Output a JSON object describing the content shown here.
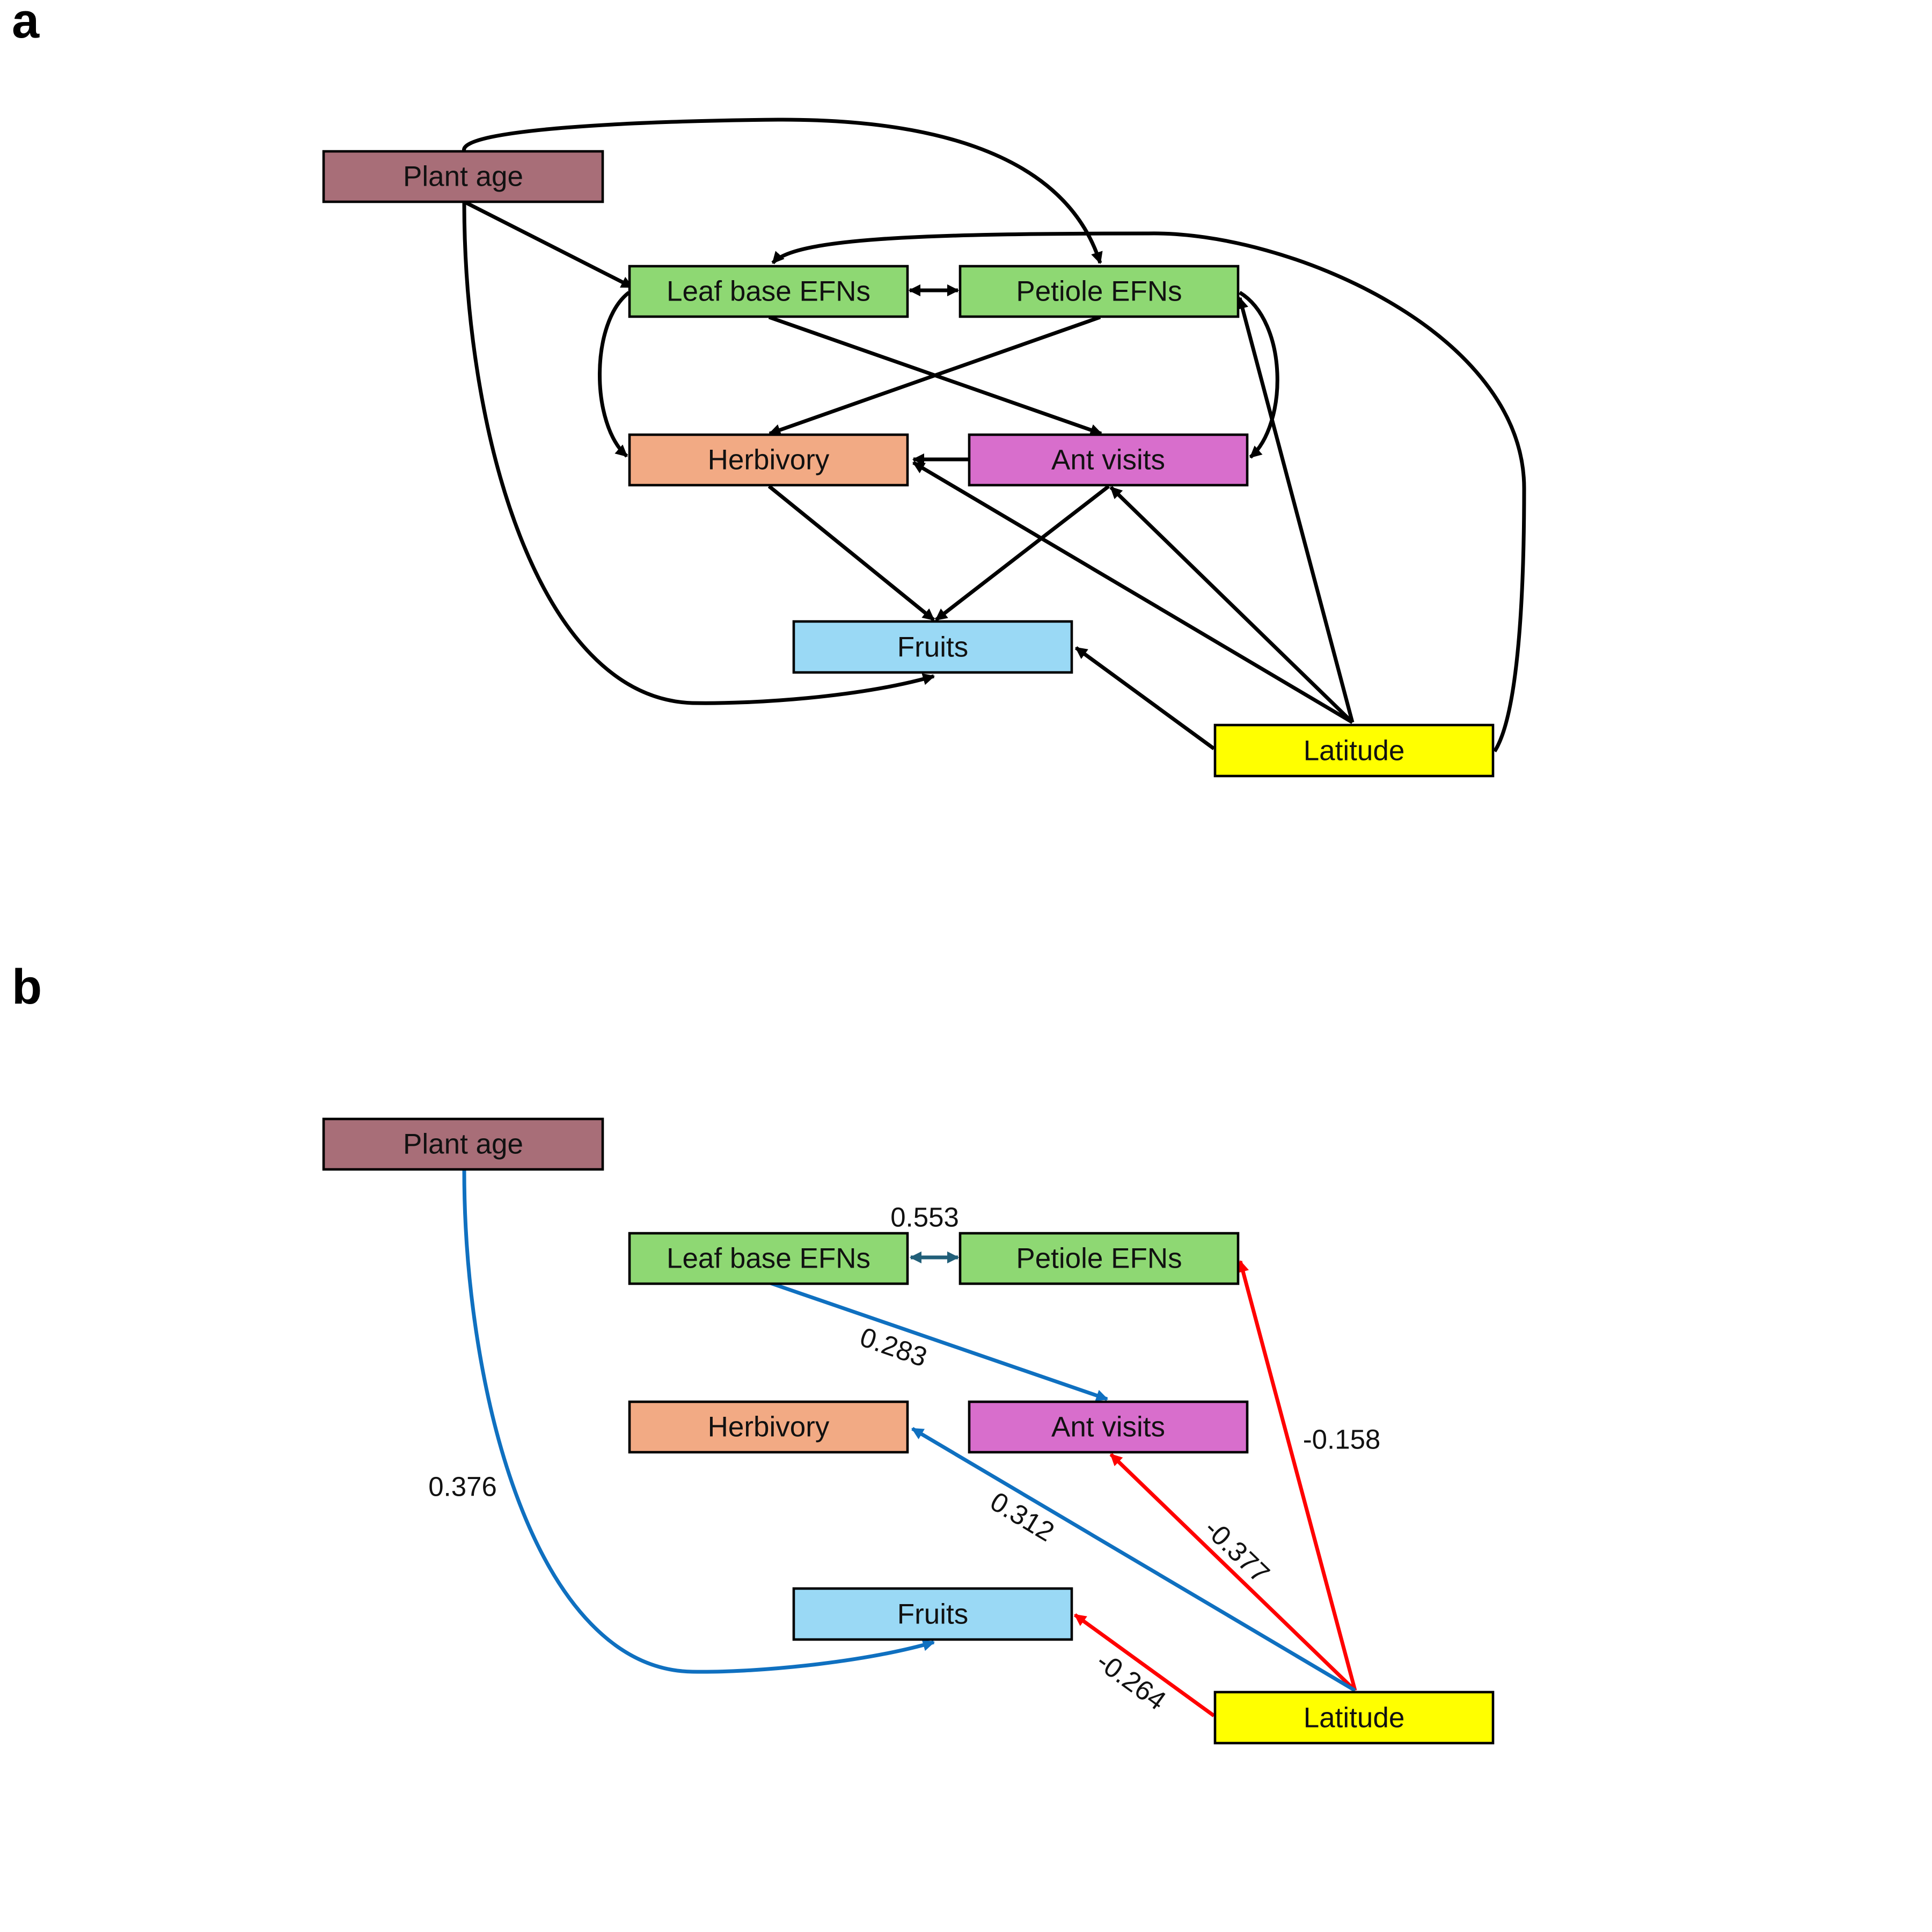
{
  "panels": {
    "a": {
      "letter": "a"
    },
    "b": {
      "letter": "b"
    }
  },
  "nodes": {
    "plant_age": {
      "label": "Plant age",
      "color": "#a86e78"
    },
    "leaf_base": {
      "label": "Leaf base EFNs",
      "color": "#8ed873"
    },
    "petiole": {
      "label": "Petiole EFNs",
      "color": "#8ed873"
    },
    "herbivory": {
      "label": "Herbivory",
      "color": "#f2aa84"
    },
    "ant_visits": {
      "label": "Ant visits",
      "color": "#d86ecc"
    },
    "fruits": {
      "label": "Fruits",
      "color": "#9ad9f5"
    },
    "latitude": {
      "label": "Latitude",
      "color": "#ffff00"
    }
  },
  "colors": {
    "hypothesized_edge": "#000000",
    "positive_edge": "#0f70c0",
    "negative_edge": "#ff0000",
    "correlation_edge": "#215f79"
  },
  "panel_a_paths": [
    {
      "from": "plant_age",
      "to": "petiole"
    },
    {
      "from": "plant_age",
      "to": "leaf_base"
    },
    {
      "from": "plant_age",
      "to": "fruits"
    },
    {
      "from": "leaf_base",
      "to": "petiole",
      "double": true
    },
    {
      "from": "leaf_base",
      "to": "herbivory"
    },
    {
      "from": "leaf_base",
      "to": "ant_visits"
    },
    {
      "from": "petiole",
      "to": "herbivory"
    },
    {
      "from": "petiole",
      "to": "ant_visits"
    },
    {
      "from": "ant_visits",
      "to": "herbivory"
    },
    {
      "from": "herbivory",
      "to": "fruits"
    },
    {
      "from": "ant_visits",
      "to": "fruits"
    },
    {
      "from": "latitude",
      "to": "fruits"
    },
    {
      "from": "latitude",
      "to": "herbivory"
    },
    {
      "from": "latitude",
      "to": "ant_visits"
    },
    {
      "from": "latitude",
      "to": "petiole"
    },
    {
      "from": "latitude",
      "to": "leaf_base"
    }
  ],
  "panel_b_paths": [
    {
      "from": "leaf_base",
      "to": "petiole",
      "coef": "0.553",
      "sign": "correlation"
    },
    {
      "from": "leaf_base",
      "to": "ant_visits",
      "coef": "0.283",
      "sign": "positive"
    },
    {
      "from": "plant_age",
      "to": "fruits",
      "coef": "0.376",
      "sign": "positive"
    },
    {
      "from": "latitude",
      "to": "petiole",
      "coef": "-0.158",
      "sign": "negative"
    },
    {
      "from": "latitude",
      "to": "ant_visits",
      "coef": "-0.377",
      "sign": "negative"
    },
    {
      "from": "latitude",
      "to": "herbivory",
      "coef": "0.312",
      "sign": "positive"
    },
    {
      "from": "latitude",
      "to": "fruits",
      "coef": "-0.264",
      "sign": "negative"
    }
  ]
}
